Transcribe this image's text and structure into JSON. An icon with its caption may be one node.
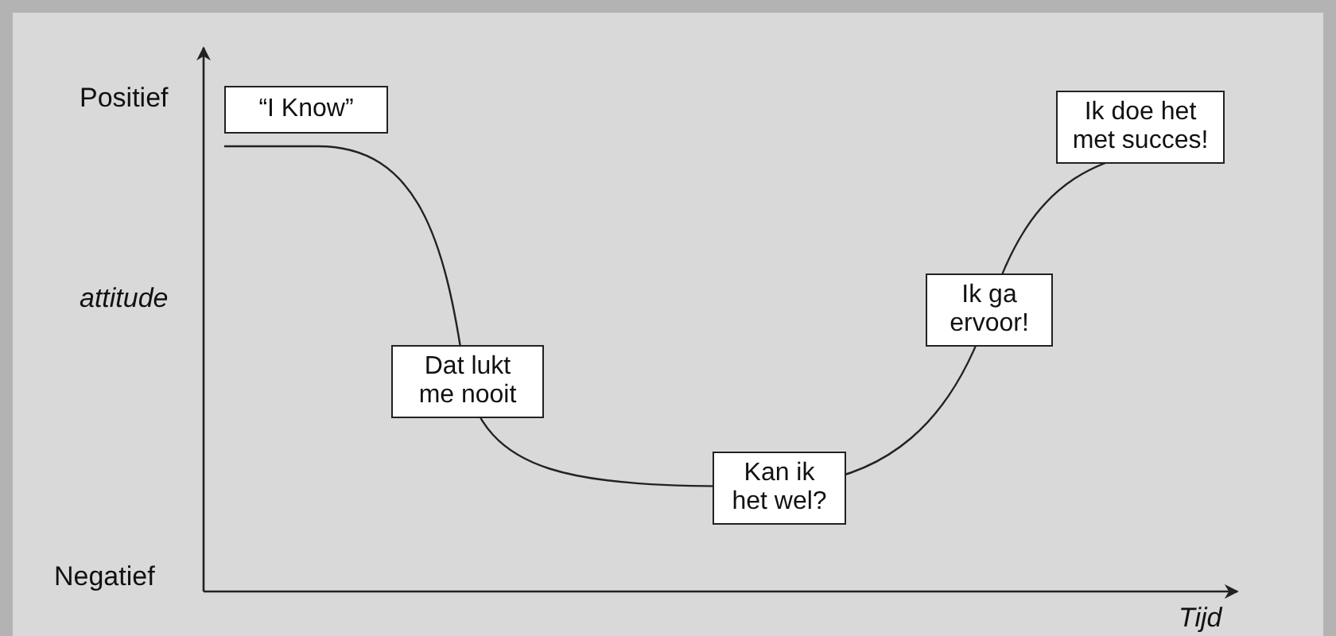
{
  "diagram": {
    "nodes": [
      {
        "text": [
          "“I Know”"
        ]
      },
      {
        "text": [
          "Dat lukt me nooit"
        ]
      },
      {
        "text": [
          "Kan ik het wel?"
        ]
      },
      {
        "text": [
          "Ik ga ervoor!"
        ]
      },
      {
        "text": [
          "Ik doe het met succes!"
        ]
      }
    ],
    "labels": [
      "Positief",
      "attitude",
      "Negatief",
      "Tijd"
    ]
  }
}
